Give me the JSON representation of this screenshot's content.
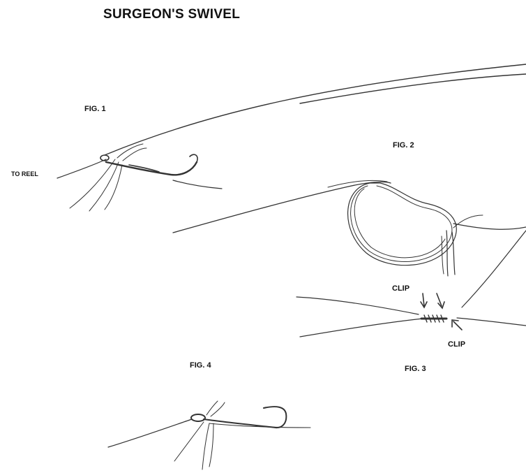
{
  "title": "SURGEON'S SWIVEL",
  "labels": {
    "fig1": "FIG. 1",
    "fig2": "FIG. 2",
    "fig3": "FIG. 3",
    "fig4": "FIG. 4",
    "to_reel": "TO REEL",
    "clip_top": "CLIP",
    "clip_bottom": "CLIP"
  }
}
